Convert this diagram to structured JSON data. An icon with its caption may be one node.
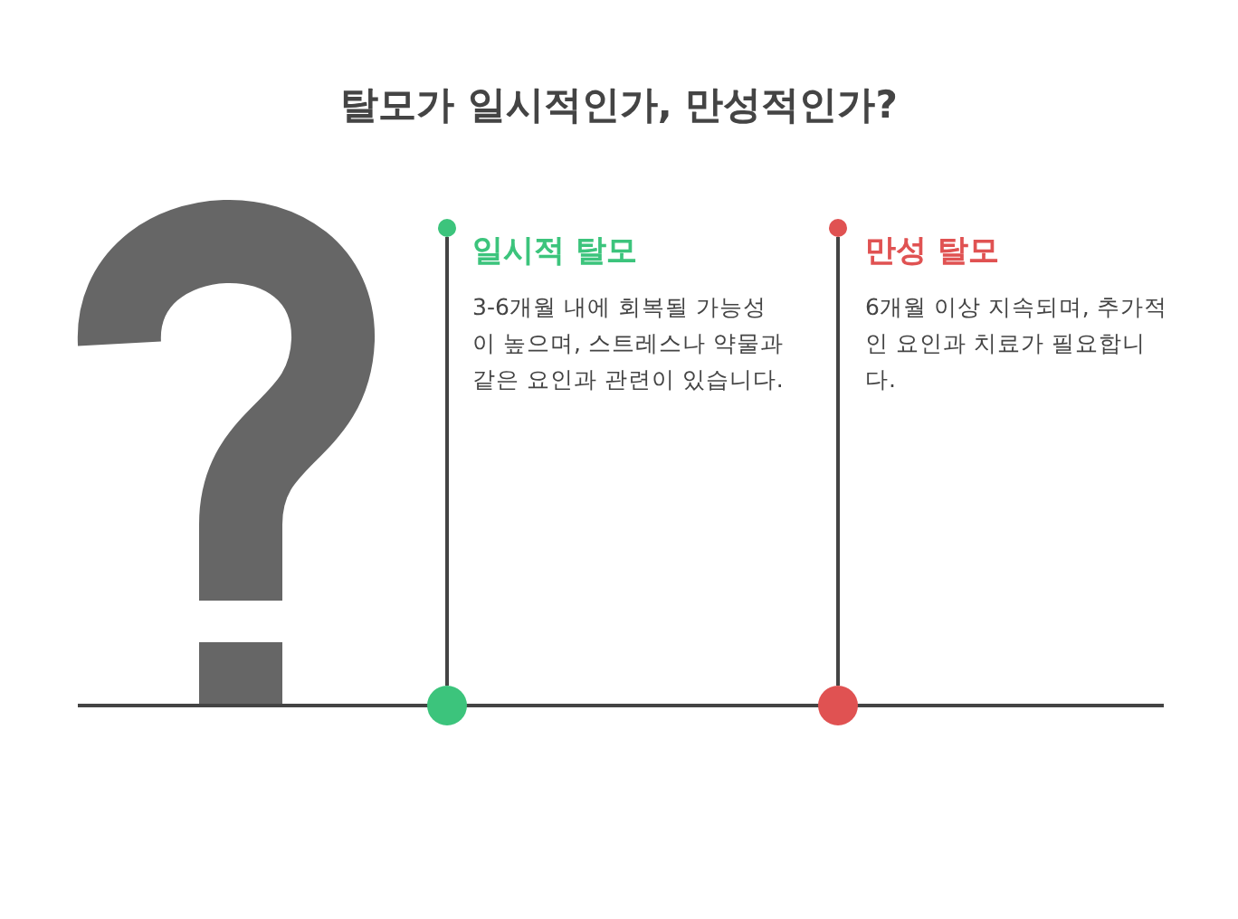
{
  "diagram": {
    "title": "탈모가 일시적인가, 만성적인가?",
    "nodes": [
      {
        "text": [
          "일시적 탈모",
          "3-6개월 내에 회복될 가능성이 높으며, 스트레스나 약물과 같은 요인과 관련이 있습니다."
        ]
      },
      {
        "text": [],
        "shape": "circle"
      },
      {
        "text": [],
        "shape": "circle"
      },
      {
        "text": [
          "만성 탈모",
          "6개월 이상 지속되며, 추가적인 요인과 치료가 필요합니다."
        ]
      },
      {
        "text": [],
        "shape": "circle"
      },
      {
        "text": [],
        "shape": "circle"
      }
    ],
    "edges": [
      {
        "from": 1,
        "to": 2,
        "arrow": "none"
      },
      {
        "from": 4,
        "to": 5,
        "arrow": "none"
      }
    ]
  }
}
